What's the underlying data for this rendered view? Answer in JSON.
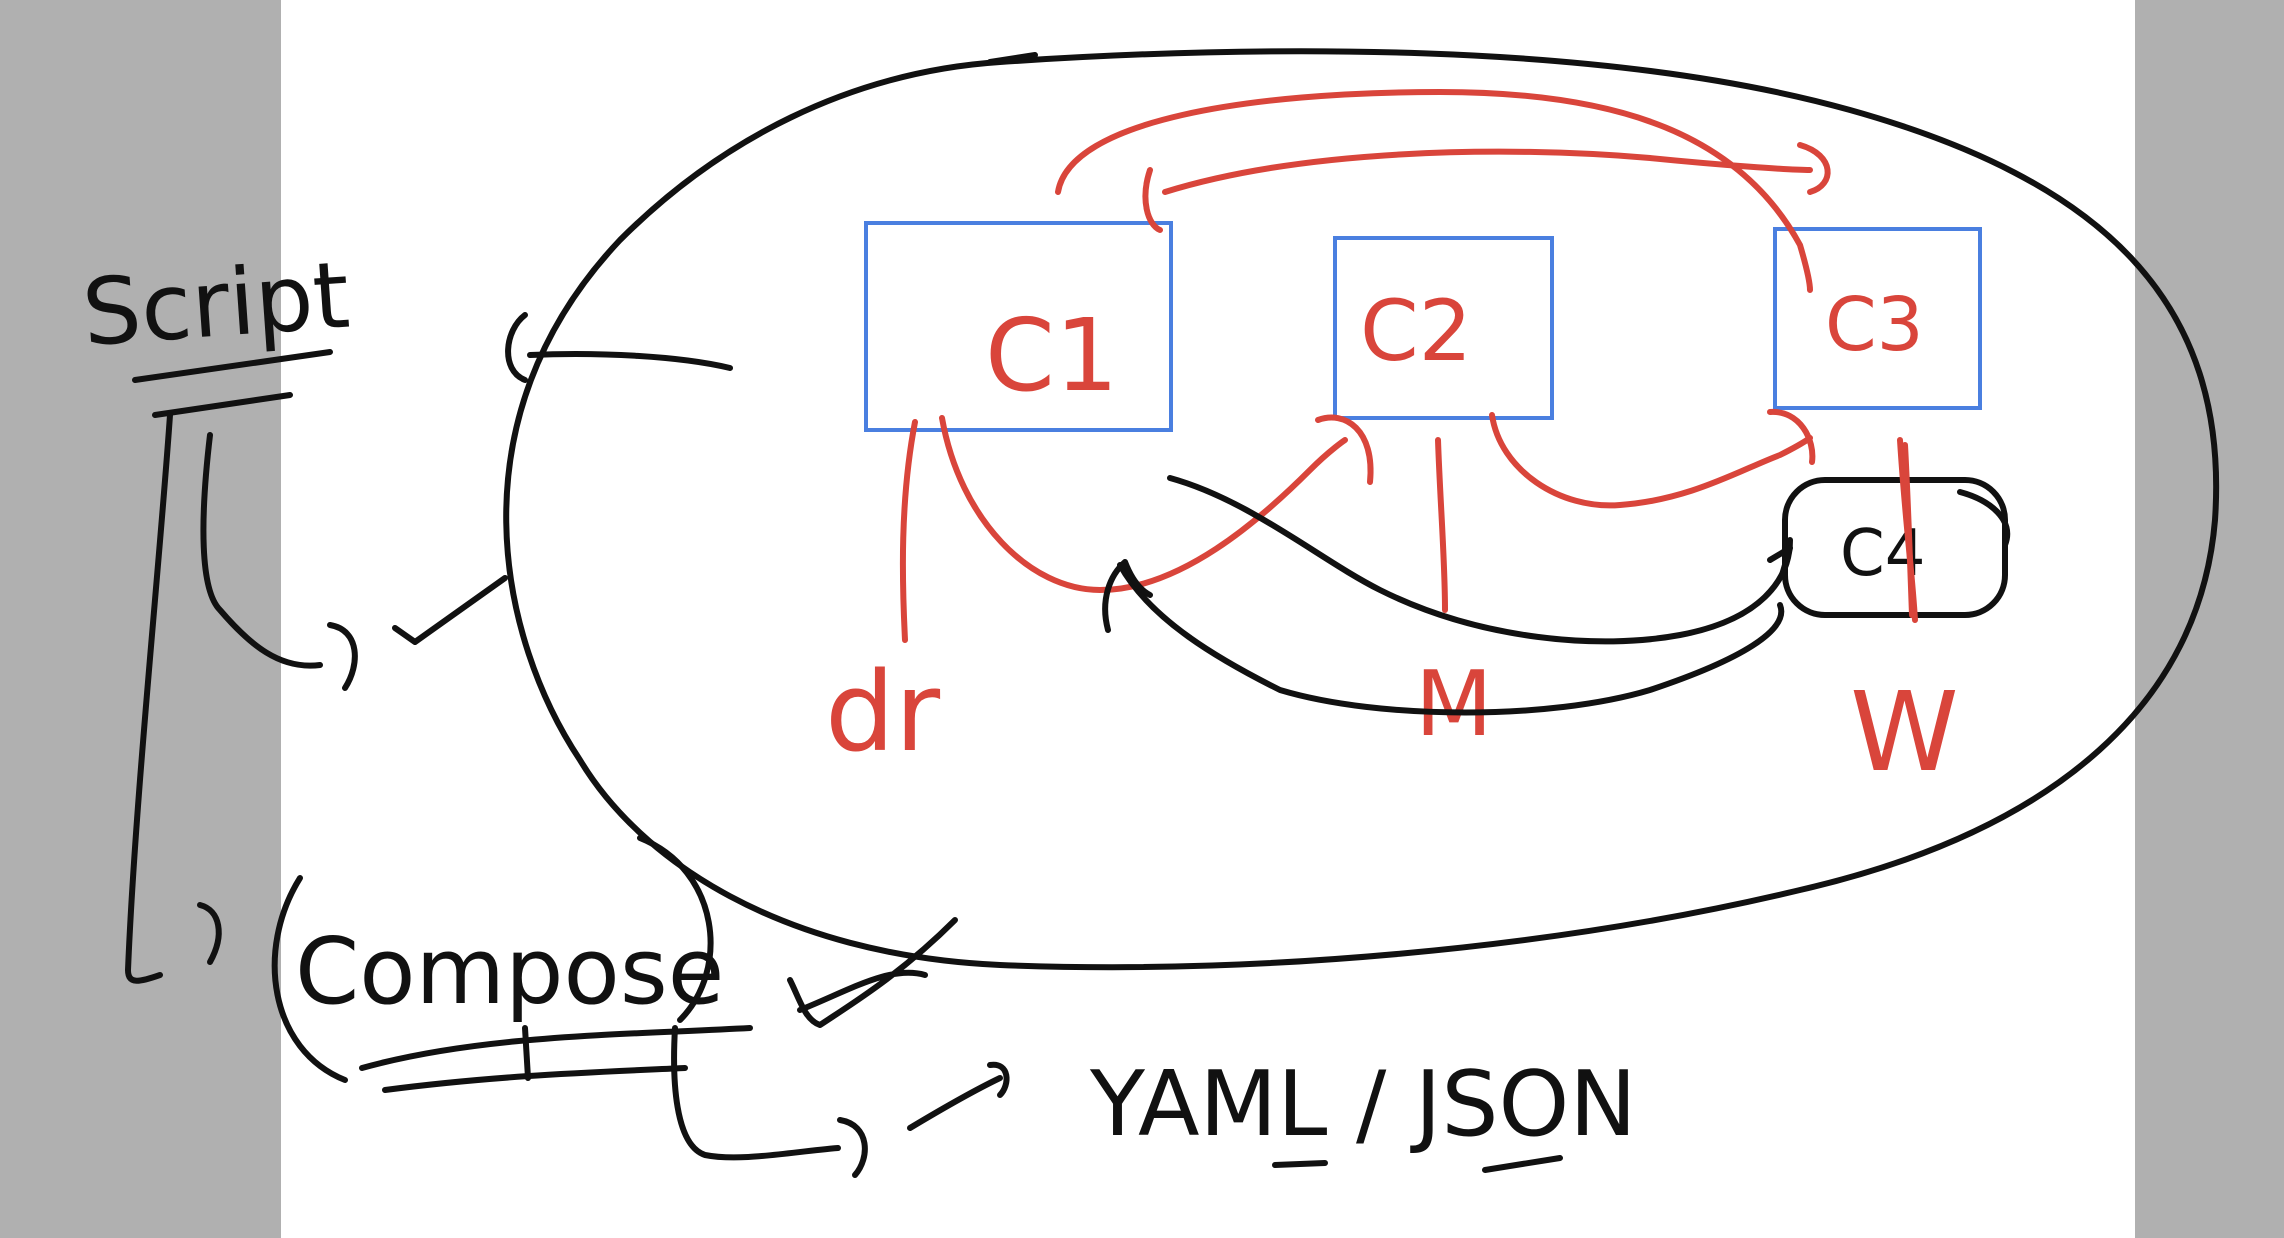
{
  "labels": {
    "script": "Script",
    "compose": "Compose",
    "yaml_json": "YAML / JSON",
    "c1": "C1",
    "c2": "C2",
    "c3": "C3",
    "c4": "C4",
    "dr": "dr",
    "m": "M",
    "w": "W"
  },
  "colors": {
    "ink": "#111111",
    "red": "#d9453b",
    "blue": "#4a7fe0",
    "margin": "#b0b0b0"
  }
}
